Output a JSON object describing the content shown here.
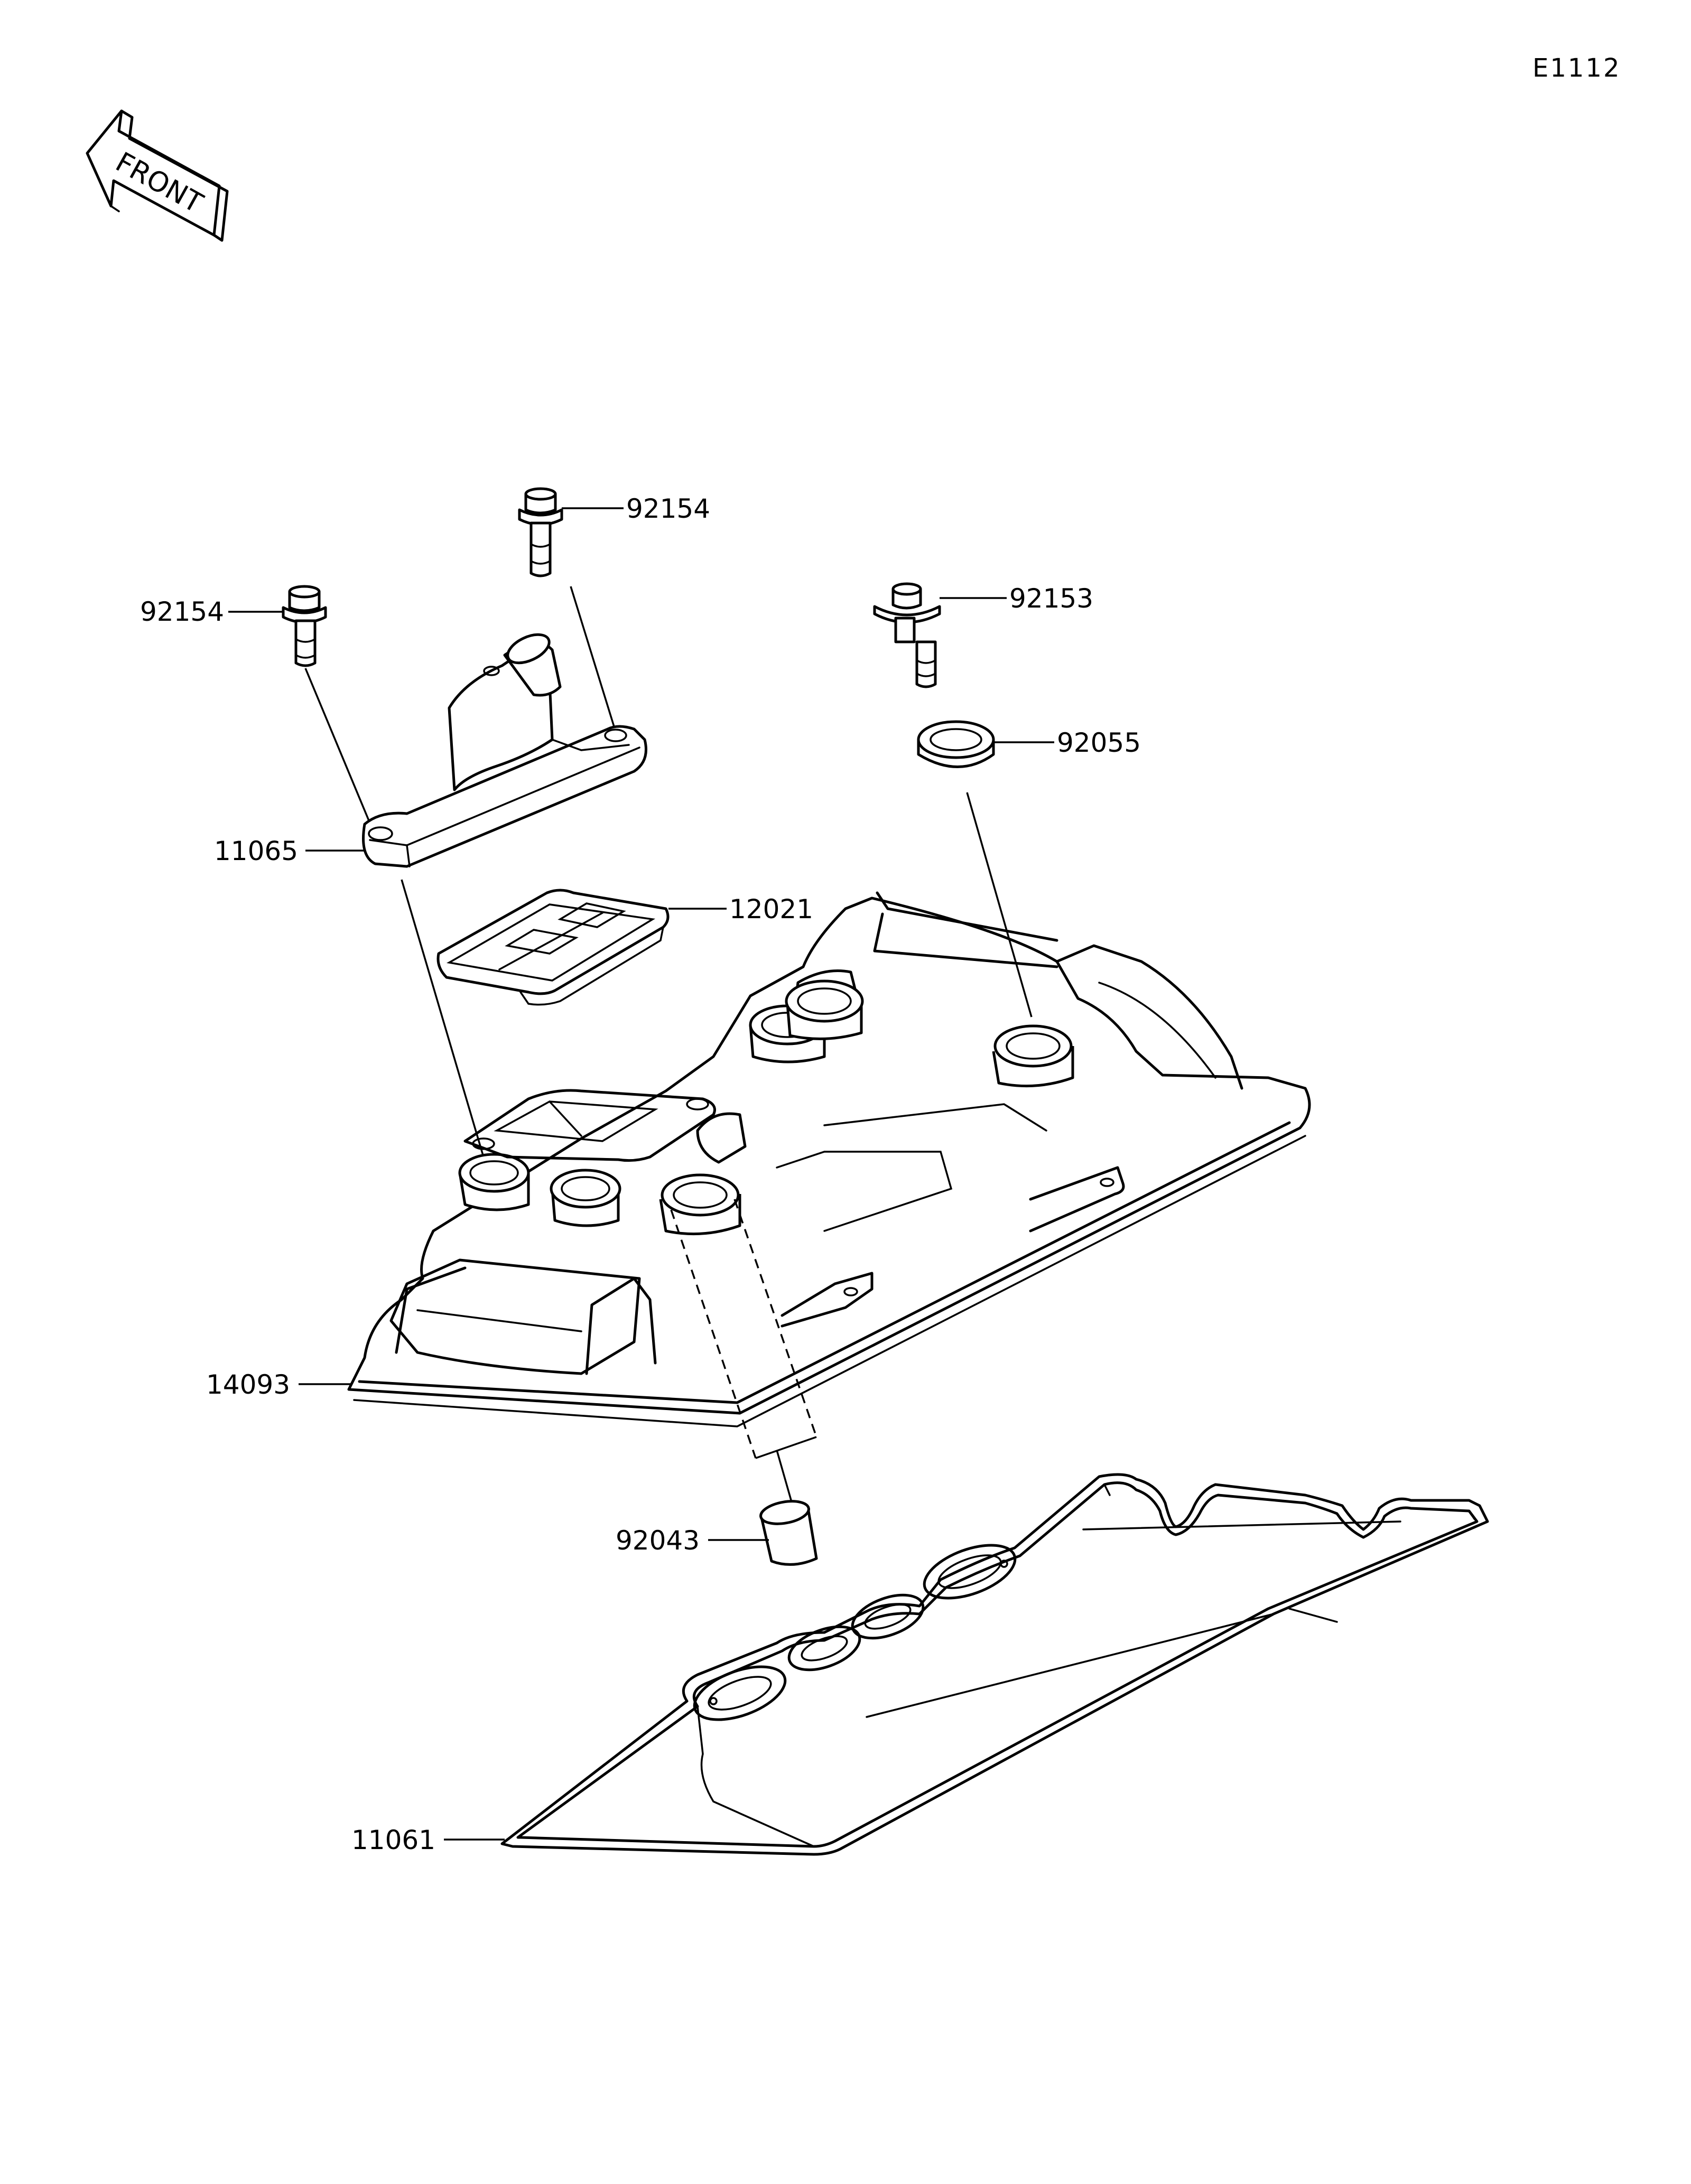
{
  "diagram_ref": "E1112",
  "front_label": "FRONT",
  "parts": [
    {
      "id": "bolt-left",
      "number": "92154"
    },
    {
      "id": "bolt-top",
      "number": "92154"
    },
    {
      "id": "bolt-flange",
      "number": "92153"
    },
    {
      "id": "grommet",
      "number": "92055"
    },
    {
      "id": "breather-cover",
      "number": "11065"
    },
    {
      "id": "cover-gasket",
      "number": "12021"
    },
    {
      "id": "head-cover",
      "number": "14093"
    },
    {
      "id": "dowel-pin",
      "number": "92043"
    },
    {
      "id": "head-gasket",
      "number": "11061"
    }
  ]
}
